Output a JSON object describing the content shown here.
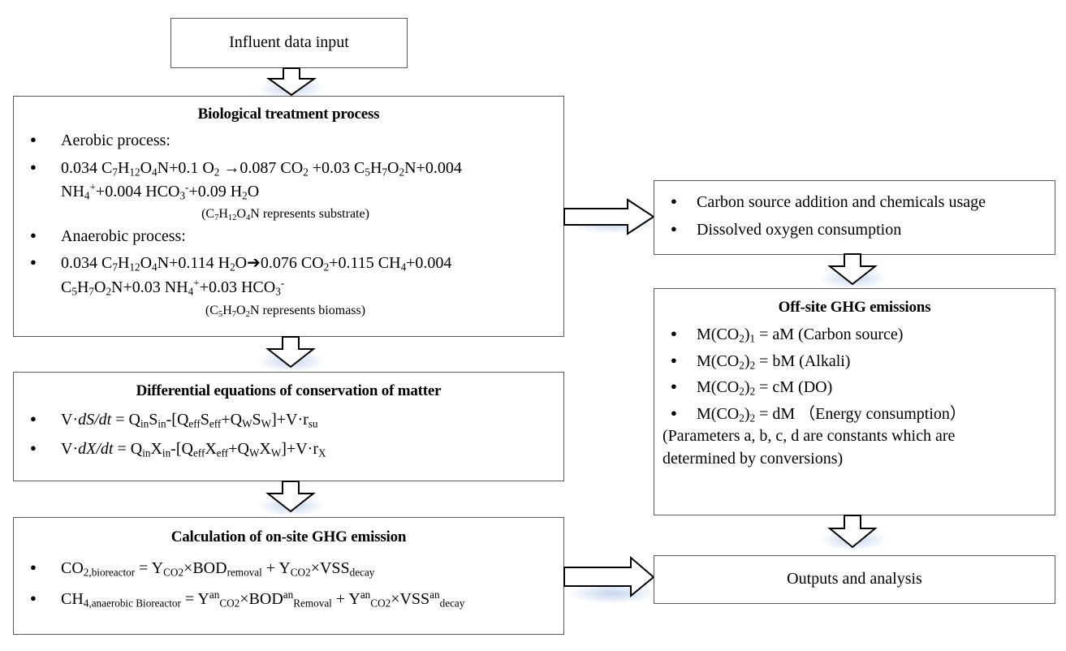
{
  "diagram": {
    "title": "Wastewater treatment GHG emission modelling flowchart",
    "nodes": {
      "influent": {
        "label": "Influent data input"
      },
      "biological": {
        "title": "Biological treatment process",
        "aerobic_label": "Aerobic process:",
        "aerobic_equation_line1": "0.034 C7H12O4N+0.1 O2 →0.087 CO2 +0.03 C5H7O2N+0.004",
        "aerobic_equation_line2": "NH4++0.004 HCO3-+0.09 H2O",
        "aerobic_note": "(C7H12O4N represents substrate)",
        "anaerobic_label": "Anaerobic process:",
        "anaerobic_equation_line1": "0.034 C7H12O4N+0.114 H2O→0.076 CO2+0.115 CH4+0.004",
        "anaerobic_equation_line2": "C5H7O2N+0.03 NH4++0.03 HCO3-",
        "anaerobic_note": "(C5H7O2N represents biomass)"
      },
      "differential": {
        "title": "Differential equations of conservation of matter",
        "eq1": "V·dS/dt = QinSin-[QeffSeff+QWSW]+V·rsu",
        "eq2": "V·dX/dt = QinXin-[QeffXeff+QWXW]+V·rX"
      },
      "onsite": {
        "title": "Calculation of on-site GHG emission",
        "eq1": "CO2,bioreactor = YCO2×BODremoval + YCO2×VSSdecay",
        "eq2": "CH4,anaerobic Bioreactor = Yan CO2×BODan Removal + Yan CO2×VSSan decay"
      },
      "inputs_right": {
        "item1": "Carbon source addition and chemicals usage",
        "item2": "Dissolved oxygen consumption"
      },
      "offsite": {
        "title": "Off-site GHG emissions",
        "item1": "M(CO2)1 = aM (Carbon source)",
        "item2": "M(CO2)2 = bM (Alkali)",
        "item3": "M(CO2)2 = cM (DO)",
        "item4": "M(CO2)2 = dM （Energy consumption）",
        "note_line1": "(Parameters a, b, c, d are constants which are",
        "note_line2": "determined by conversions)"
      },
      "outputs": {
        "label": "Outputs and analysis"
      }
    },
    "connectors": [
      {
        "name": "influent-to-biological",
        "direction": "down"
      },
      {
        "name": "biological-to-inputs-right",
        "direction": "right"
      },
      {
        "name": "biological-to-differential",
        "direction": "down"
      },
      {
        "name": "inputs-right-to-offsite",
        "direction": "down"
      },
      {
        "name": "differential-to-onsite",
        "direction": "down"
      },
      {
        "name": "offsite-to-outputs",
        "direction": "down"
      },
      {
        "name": "onsite-to-outputs",
        "direction": "right"
      }
    ],
    "colors": {
      "border": "#5a5a5a",
      "arrow_stroke": "#000000",
      "background": "#ffffff",
      "text": "#000000"
    }
  }
}
